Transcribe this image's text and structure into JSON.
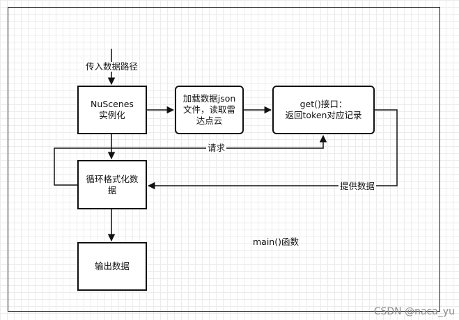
{
  "nodes": {
    "nuscenes": "NuScenes\n实例化",
    "load_json": "加载数据json\n文件，读取雷\n达点云",
    "get_api": "get()接口：\n返回token对应记录",
    "loop_format": "循环格式化数\n据",
    "output": "输出数据"
  },
  "edge_labels": {
    "input_path": "传入数据路径",
    "request": "请求",
    "provide_data": "提供数据"
  },
  "region_label": "main()函数",
  "watermark": "CSDN @naca_yu",
  "colors": {
    "stroke": "#111111",
    "grid": "#ececec",
    "watermark": "#8a8a8a"
  }
}
